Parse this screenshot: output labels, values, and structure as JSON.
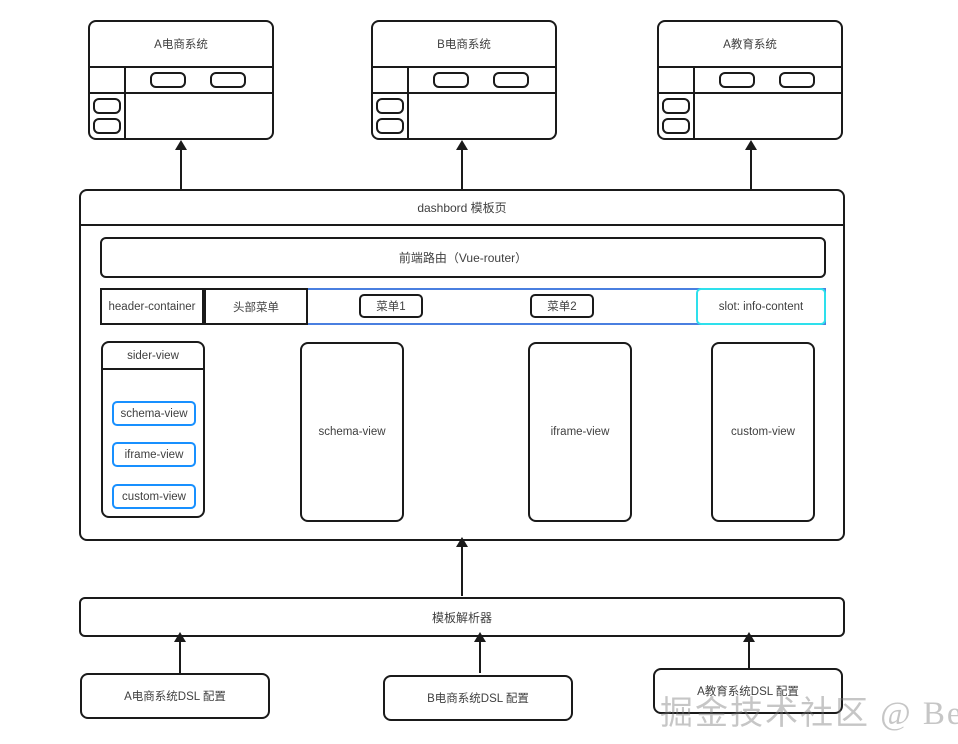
{
  "diagram": {
    "title": "dashbord 模板页",
    "watermark": "掘金技术社区 @ Befool"
  },
  "colors": {
    "stroke": "#1a1a1a",
    "header_blue": "#4a7fe0",
    "sider_blue": "#1890ff",
    "slot_cyan": "#2ee0ec",
    "background": "#ffffff",
    "text": "#3f3f3f"
  },
  "apps": [
    {
      "title": "A电商系统"
    },
    {
      "title": "B电商系统"
    },
    {
      "title": "A教育系统"
    }
  ],
  "dashboard": {
    "title": "dashbord 模板页",
    "router": {
      "label": "前端路由（Vue-router）"
    },
    "header": {
      "container_label": "header-container",
      "menu_label": "头部菜单",
      "menu_buttons": [
        {
          "label": "菜单1"
        },
        {
          "label": "菜单2"
        }
      ],
      "slot_label": "slot: info-content"
    },
    "sider": {
      "title": "sider-view",
      "items": [
        {
          "label": "schema-view"
        },
        {
          "label": "iframe-view"
        },
        {
          "label": "custom-view"
        }
      ]
    },
    "views": [
      {
        "label": "schema-view"
      },
      {
        "label": "iframe-view"
      },
      {
        "label": "custom-view"
      }
    ]
  },
  "parser": {
    "label": "模板解析器"
  },
  "dsl_configs": [
    {
      "label": "A电商系统DSL 配置"
    },
    {
      "label": "B电商系统DSL 配置"
    },
    {
      "label": "A教育系统DSL 配置"
    }
  ]
}
